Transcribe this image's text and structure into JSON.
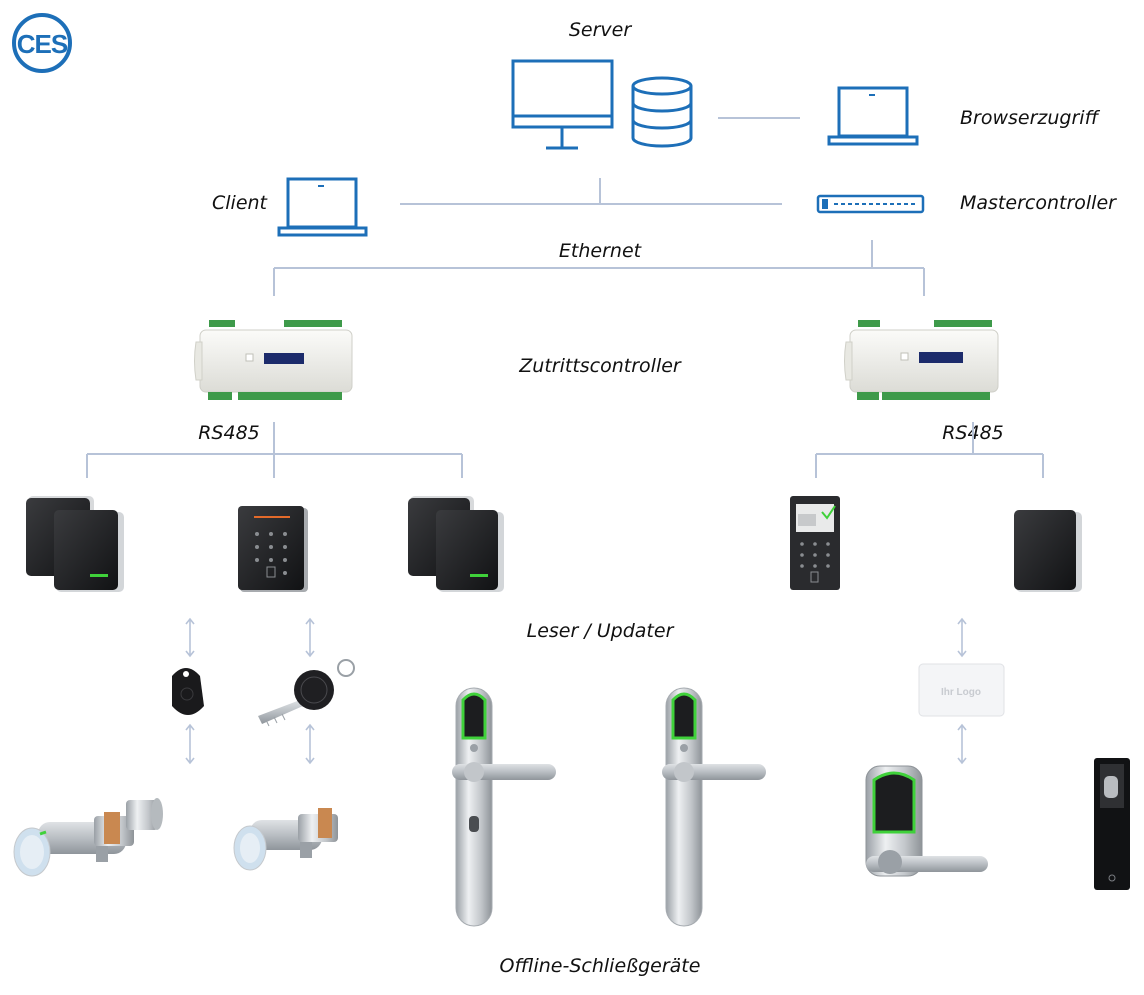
{
  "logo": {
    "text": "CES"
  },
  "labels": {
    "server": "Server",
    "browser": "Browserzugriff",
    "client": "Client",
    "master": "Mastercontroller",
    "ethernet": "Ethernet",
    "access_controller": "Zutrittscontroller",
    "rs485_left": "RS485",
    "rs485_right": "RS485",
    "reader_updater": "Leser / Updater",
    "offline": "Offline-Schließgeräte",
    "card_logo": "Ihr Logo"
  },
  "colors": {
    "brand_blue": "#1d6fb8",
    "connector": "#b7c3d8",
    "led_green": "#3fd13a",
    "reader_black": "#1c1c1e",
    "controller_white": "#f1f1ee",
    "terminal_green": "#3e9a4a"
  }
}
